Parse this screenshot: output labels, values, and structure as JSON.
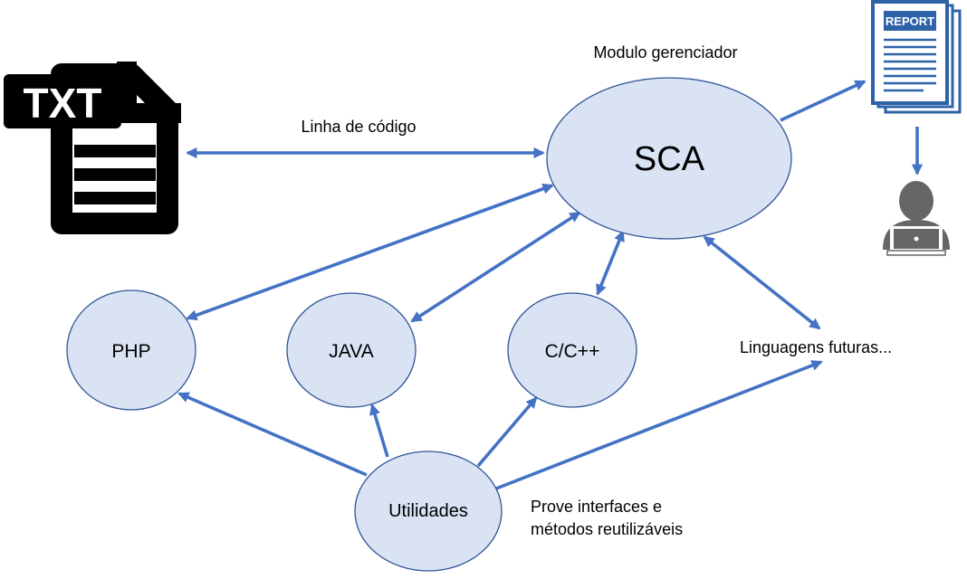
{
  "colors": {
    "node_fill": "#dae3f3",
    "node_stroke": "#2f5597",
    "edge": "#4472c4",
    "icon_dark": "#000000",
    "report_blue": "#2e62a8",
    "person_gray": "#666666"
  },
  "icons": {
    "txt_file": "txt-file-icon",
    "report": "report-document-icon",
    "user": "user-laptop-icon"
  },
  "labels": {
    "txt_badge": "TXT",
    "report_badge": "REPORT",
    "manager_caption": "Modulo gerenciador",
    "code_line_caption": "Linha de código",
    "future_languages": "Linguagens futuras...",
    "utilities_note_line1": "Prove interfaces e",
    "utilities_note_line2": "métodos reutilizáveis"
  },
  "nodes": {
    "sca": "SCA",
    "php": "PHP",
    "java": "JAVA",
    "cpp": "C/C++",
    "utilidades": "Utilidades"
  }
}
